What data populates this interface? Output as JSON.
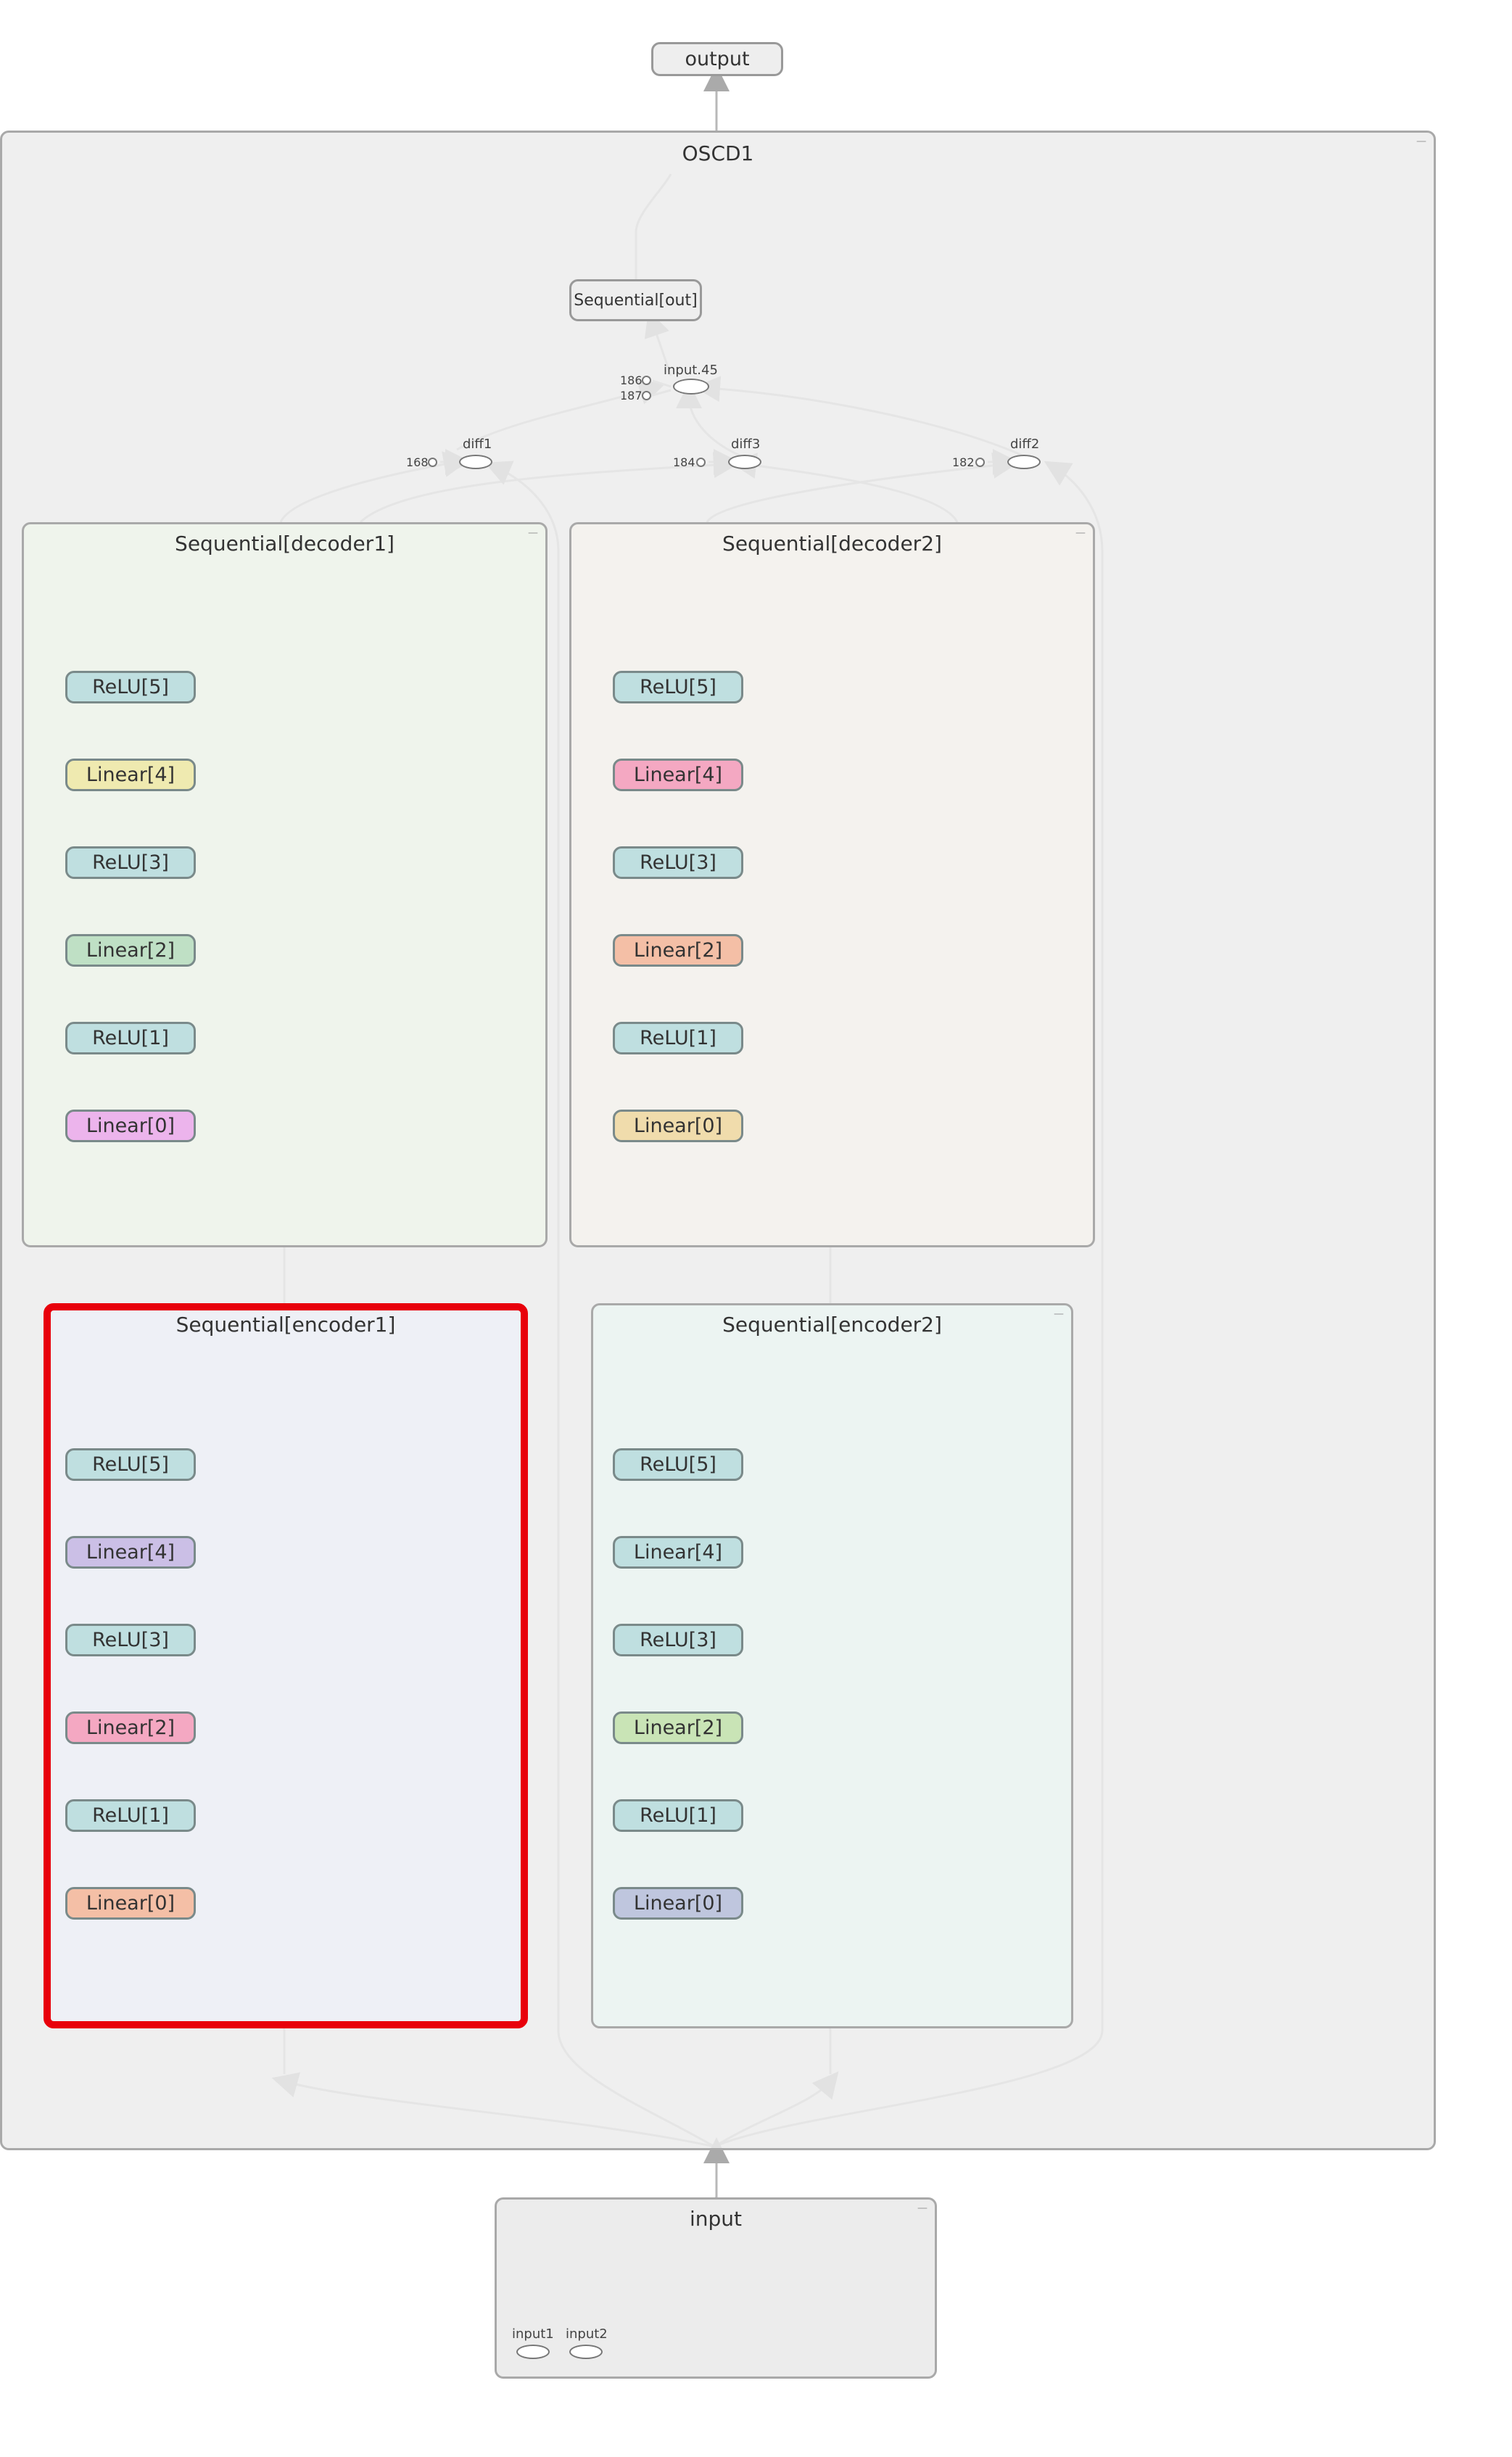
{
  "output": "output",
  "osc": "OSCD1",
  "decoder1": {
    "title": "Sequential[decoder1]",
    "layers": [
      "ReLU[5]",
      "Linear[4]",
      "ReLU[3]",
      "Linear[2]",
      "ReLU[1]",
      "Linear[0]"
    ],
    "colors": [
      "#bfdfe0",
      "#efeab0",
      "#bfdfe0",
      "#bfe0c5",
      "#bfdfe0",
      "#ecb4ec"
    ]
  },
  "decoder2": {
    "title": "Sequential[decoder2]",
    "layers": [
      "ReLU[5]",
      "Linear[4]",
      "ReLU[3]",
      "Linear[2]",
      "ReLU[1]",
      "Linear[0]"
    ],
    "colors": [
      "#bfdfe0",
      "#f4a8c2",
      "#bfdfe0",
      "#f4bfa6",
      "#bfdfe0",
      "#f0dcac"
    ]
  },
  "encoder1": {
    "title": "Sequential[encoder1]",
    "layers": [
      "ReLU[5]",
      "Linear[4]",
      "ReLU[3]",
      "Linear[2]",
      "ReLU[1]",
      "Linear[0]"
    ],
    "colors": [
      "#bfdfe0",
      "#cbbfe6",
      "#bfdfe0",
      "#f4a8c2",
      "#bfdfe0",
      "#f4bfa6"
    ]
  },
  "encoder2": {
    "title": "Sequential[encoder2]",
    "layers": [
      "ReLU[5]",
      "Linear[4]",
      "ReLU[3]",
      "Linear[2]",
      "ReLU[1]",
      "Linear[0]"
    ],
    "colors": [
      "#bfdfe0",
      "#bfdfe0",
      "#bfdfe0",
      "#c9e4b6",
      "#bfdfe0",
      "#bfc6de"
    ]
  },
  "sequential_out": "Sequential[out]",
  "input45": "input.45",
  "diff1": "diff1",
  "diff2": "diff2",
  "diff3": "diff3",
  "const_186": "186",
  "const_187": "187",
  "const_168": "168",
  "const_184": "184",
  "const_182": "182",
  "input_group": "input",
  "input1": "input1",
  "input2": "input2",
  "highlight_color": "#e8000b"
}
